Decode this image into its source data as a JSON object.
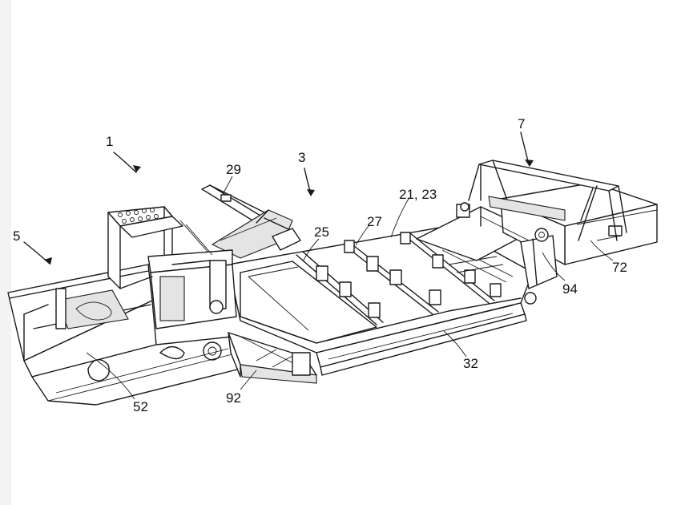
{
  "figure": {
    "reference_labels": [
      {
        "id": "ref-1",
        "text": "1"
      },
      {
        "id": "ref-3",
        "text": "3"
      },
      {
        "id": "ref-5",
        "text": "5"
      },
      {
        "id": "ref-7",
        "text": "7"
      },
      {
        "id": "ref-21-23",
        "text": "21, 23"
      },
      {
        "id": "ref-25",
        "text": "25"
      },
      {
        "id": "ref-27",
        "text": "27"
      },
      {
        "id": "ref-29",
        "text": "29"
      },
      {
        "id": "ref-32",
        "text": "32"
      },
      {
        "id": "ref-52",
        "text": "52"
      },
      {
        "id": "ref-72",
        "text": "72"
      },
      {
        "id": "ref-92",
        "text": "92"
      },
      {
        "id": "ref-94",
        "text": "94"
      }
    ]
  },
  "colors": {
    "background": "#ffffff",
    "line": "#1a1a1a",
    "left_edge_shade": "#f0f0f0"
  }
}
